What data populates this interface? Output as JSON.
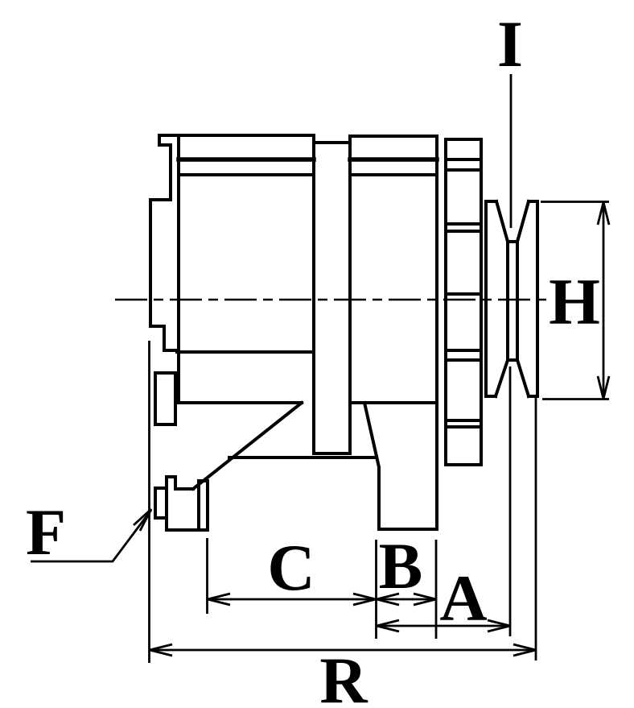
{
  "drawing": {
    "type": "technical-dimension-drawing",
    "subject": "alternator-side-view",
    "background_color": "#ffffff",
    "line_color": "#000000",
    "labels": {
      "pulley_groove": "I",
      "pulley_diameter": "H",
      "front_fixing": "F",
      "dim_c": "C",
      "dim_b": "B",
      "dim_a": "A",
      "dim_r": "R"
    }
  }
}
